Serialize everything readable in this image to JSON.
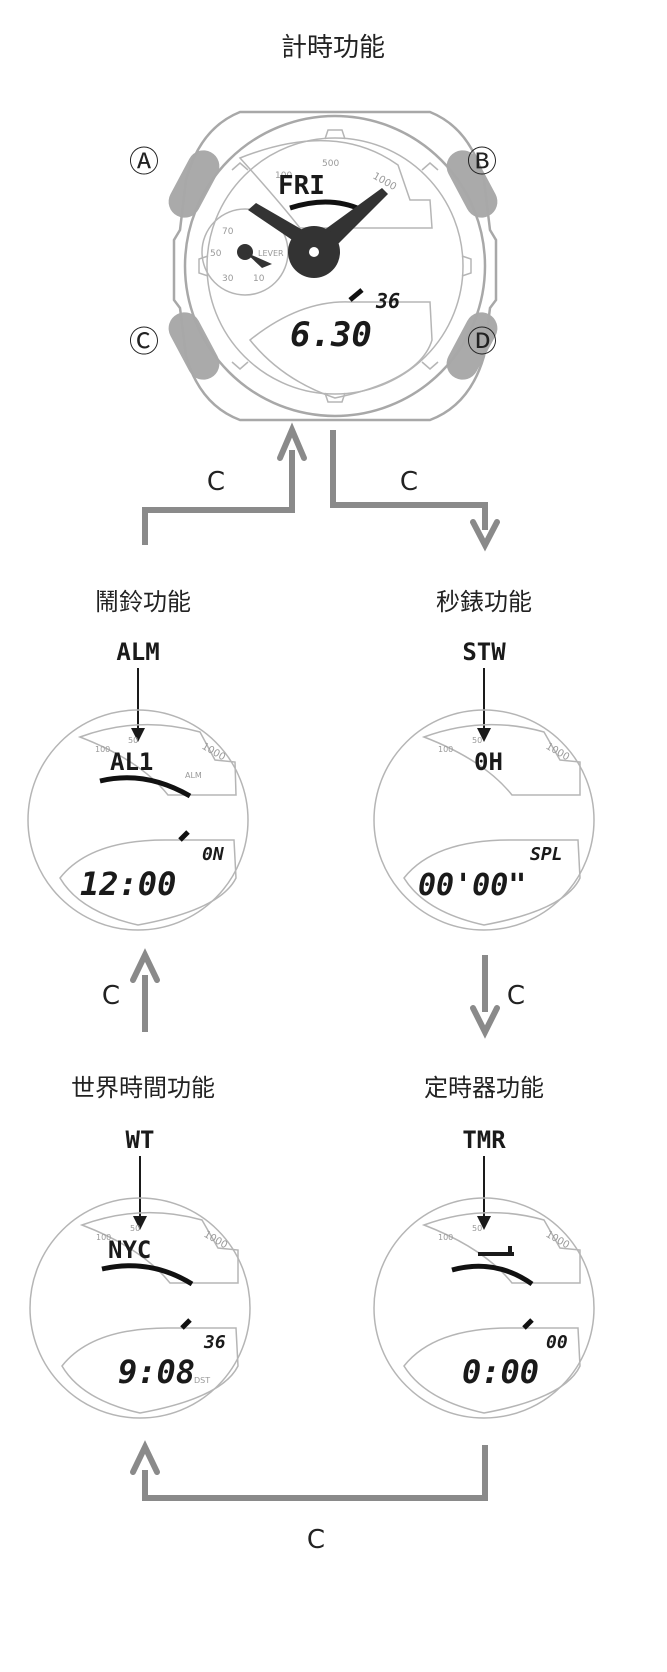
{
  "title": "計時功能",
  "buttons": {
    "a": "Ⓐ",
    "b": "Ⓑ",
    "c": "Ⓒ",
    "d": "Ⓓ"
  },
  "timekeeping": {
    "day": "FRI",
    "date": "6.30",
    "seconds": "36",
    "scale_100": "100",
    "scale_500": "500",
    "scale_1000": "1000",
    "sub_70": "70",
    "sub_50": "50",
    "sub_30": "30",
    "sub_10": "10",
    "sub_label": "LEVER"
  },
  "flow_label": "C",
  "modes": {
    "alarm": {
      "title": "鬧鈴功能",
      "code": "ALM",
      "top": "AL1",
      "badge": "ALM",
      "right": "0N",
      "bottom": "12:00"
    },
    "stopwatch": {
      "title": "秒錶功能",
      "code": "STW",
      "top": "0H",
      "right": "SPL",
      "bottom": "00'00\""
    },
    "worldtime": {
      "title": "世界時間功能",
      "code": "WT",
      "top": "NYC",
      "right": "36",
      "bottom": "9:08",
      "badge": "DST"
    },
    "timer": {
      "title": "定時器功能",
      "code": "TMR",
      "top": "",
      "right": "00",
      "bottom": "0:00"
    }
  },
  "scale": {
    "s100": "100",
    "s50": "50",
    "s1000": "1000"
  }
}
